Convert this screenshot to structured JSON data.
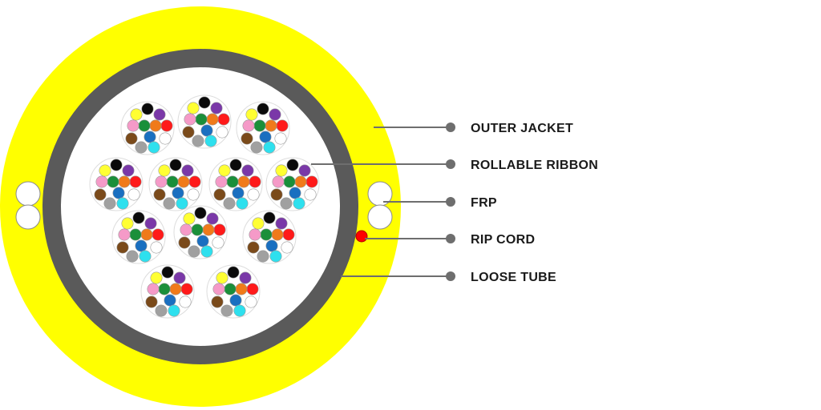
{
  "labels": {
    "outer_jacket": "OUTER JACKET",
    "rollable_ribbon": "ROLLABLE RIBBON",
    "frp": "FRP",
    "rip_cord": "RIP CORD",
    "loose_tube": "LOOSE TUBE"
  },
  "colors": {
    "outer_jacket": "#ffff00",
    "loose_tube": "#5a5a5a",
    "tube_interior": "#ffffff",
    "rip_cord": "#ff0000",
    "leader_line": "#6e6e6e",
    "fiber_colors": [
      "#0a0a0a",
      "#7a38a8",
      "#ff1a1a",
      "#f07a1a",
      "#1a8f3a",
      "#f59ac8",
      "#7a4a1a",
      "#1a6fc0",
      "#a0a0a0",
      "#2ee0ee",
      "#ffffff",
      "#ffff33"
    ]
  },
  "ribbon_bundle_count": 12,
  "frp_rod_count": 4
}
